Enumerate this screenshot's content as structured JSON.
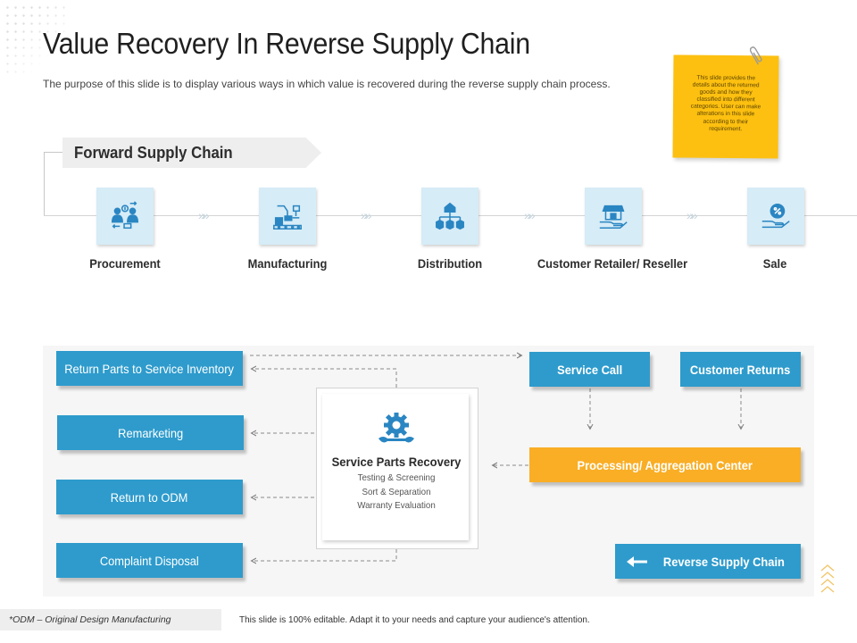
{
  "header": {
    "title": "Value Recovery In Reverse Supply Chain",
    "subtitle": "The purpose of this slide is to display various ways in which value is recovered during the reverse supply chain process."
  },
  "sticky_note": {
    "lines": [
      "This slide provides the",
      "details about the returned",
      "goods and how they",
      "classified into different",
      "categories. User can make",
      "alterations in this slide",
      "according to their",
      "requirement."
    ],
    "color": "#fdc010"
  },
  "forward": {
    "heading": "Forward Supply Chain",
    "stages": [
      {
        "label": "Procurement",
        "icon": "procurement-icon"
      },
      {
        "label": "Manufacturing",
        "icon": "manufacturing-icon"
      },
      {
        "label": "Distribution",
        "icon": "distribution-icon"
      },
      {
        "label": "Customer Retailer/ Reseller",
        "icon": "retailer-icon"
      },
      {
        "label": "Sale",
        "icon": "sale-icon"
      }
    ],
    "arrow_glyph": "»»"
  },
  "reverse": {
    "left_boxes": [
      "Return Parts to Service Inventory",
      "Remarketing",
      "Return to ODM",
      "Complaint Disposal"
    ],
    "service_call": "Service Call",
    "customer_returns": "Customer Returns",
    "processing": "Processing/ Aggregation Center",
    "reverse_label": "Reverse Supply Chain",
    "center": {
      "title": "Service Parts Recovery",
      "lines": [
        "Testing & Screening",
        "Sort & Separation",
        "Warranty Evaluation"
      ],
      "icon": "gear-wrench-icon"
    }
  },
  "footer": {
    "footnote": "*ODM – Original Design Manufacturing",
    "note": "This slide is 100% editable. Adapt it to your needs and capture your audience's attention."
  },
  "colors": {
    "blue": "#2e9bcc",
    "orange": "#f9ae25",
    "icon_bg": "#d6ecf7",
    "icon_stroke": "#2a86c2"
  }
}
